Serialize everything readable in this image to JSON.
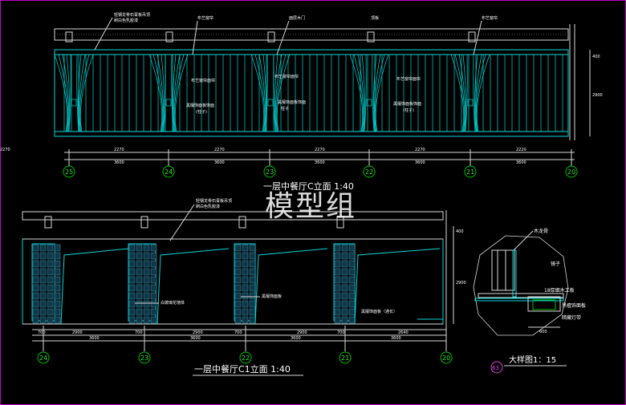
{
  "watermark": "模型组",
  "upper": {
    "title": "一层中餐厅C立面 1:40",
    "notes": [
      "轻钢龙骨石膏板吊顶",
      "刷白色乳胶漆",
      "布艺窗帘",
      "面层木门",
      "顶板",
      "布艺窗帘",
      "布艺窗帘面帘",
      "黑檀饰面板饰面",
      "(柱子)",
      "布艺窗帘面帘",
      "黑檀饰面板饰面",
      "柱子",
      "布艺窗帘面帘",
      "黑檀饰面板饰面",
      "(柱子)"
    ],
    "dims_top": [
      "2270",
      "2270",
      "2270",
      "2270",
      "2220",
      "2270"
    ],
    "dims_bottom": [
      "3600",
      "3600",
      "3600",
      "3600",
      "3600",
      "3600"
    ],
    "axes": [
      "25",
      "24",
      "23",
      "22",
      "21",
      "20"
    ],
    "side_dims": [
      "400",
      "2900"
    ]
  },
  "lower": {
    "title": "一层中餐厅C1立面 1:40",
    "notes": [
      "轻钢龙骨石膏板吊顶",
      "刷白色乳胶漆",
      "白玻璃花墙体",
      "黑檀饰面板",
      "黑檀饰面板（通长）"
    ],
    "dims_top": [
      "700",
      "2900",
      "700",
      "2900",
      "700",
      "2900",
      "700",
      "2640"
    ],
    "dims_bottom": [
      "3600",
      "3600",
      "3600",
      "3600"
    ],
    "axes": [
      "24",
      "23",
      "22",
      "21",
      "20"
    ],
    "side_dims": [
      "400",
      "2900"
    ]
  },
  "detail": {
    "title": "大样图1：15",
    "labels": [
      "木龙骨",
      "镜子",
      "18厚细木工板",
      "黑檀饰面板",
      "暗藏灯带"
    ],
    "dim": "600",
    "marker": "63"
  }
}
